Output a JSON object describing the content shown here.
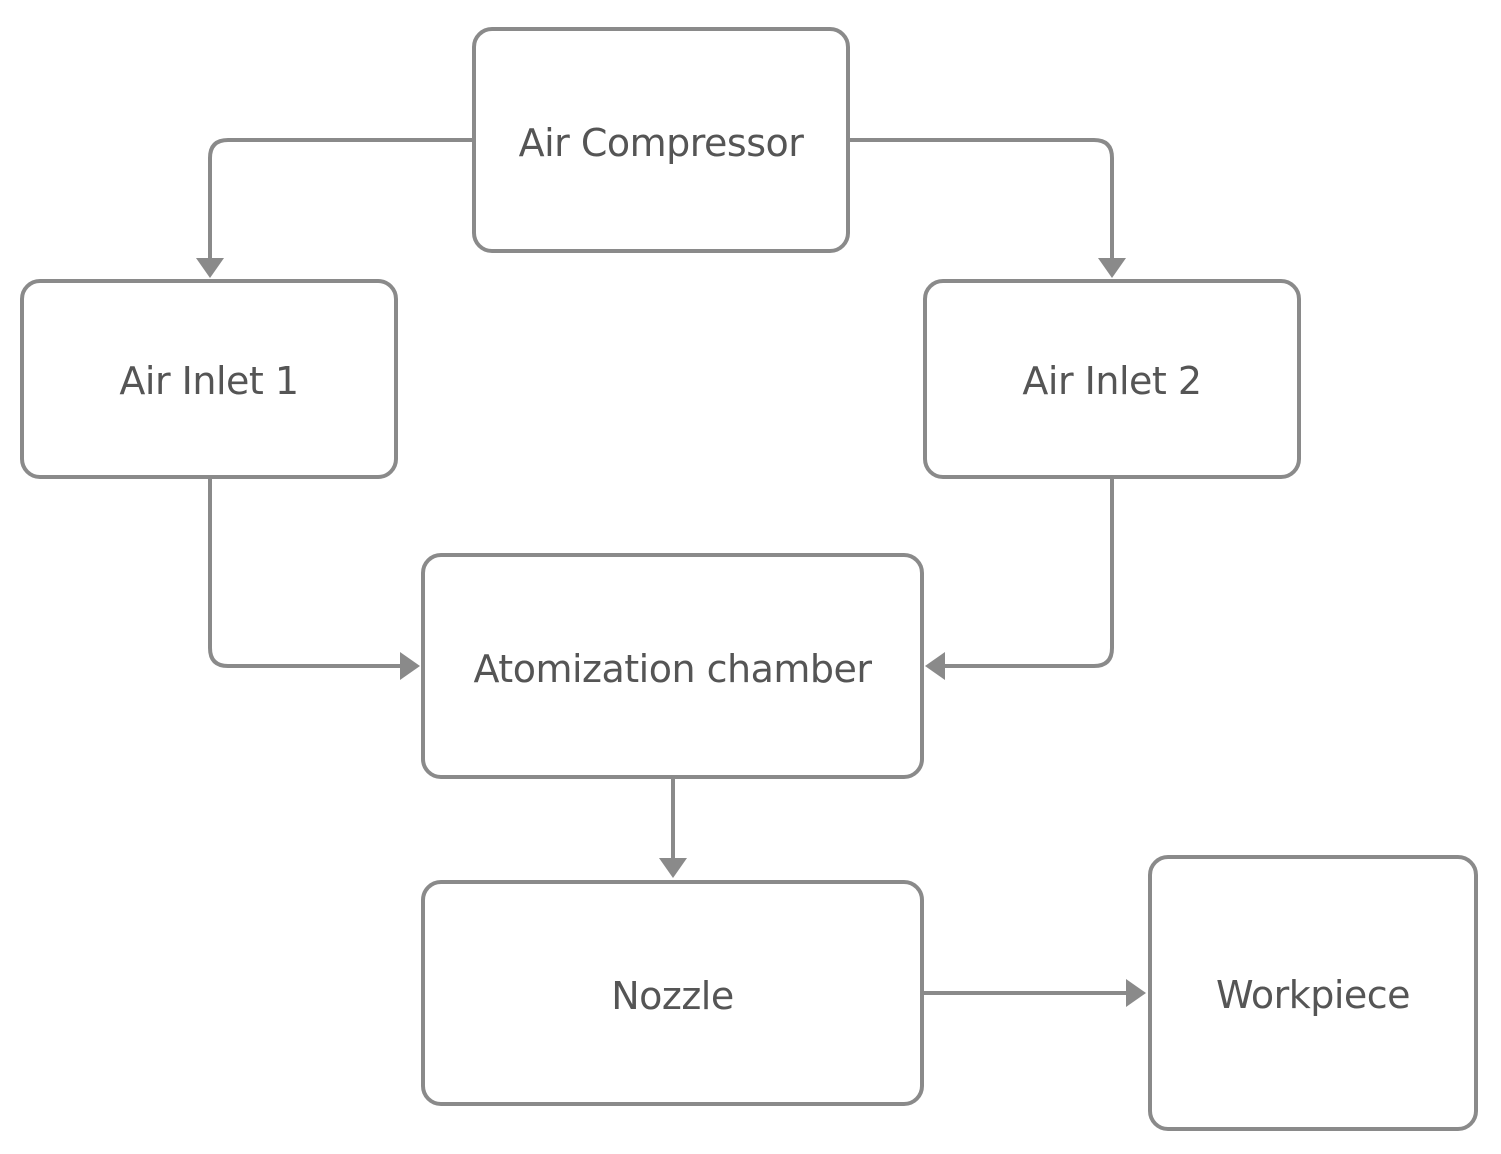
{
  "diagram": {
    "nodes": {
      "air_compressor": "Air Compressor",
      "air_inlet_1": "Air Inlet 1",
      "air_inlet_2": "Air Inlet 2",
      "atomization_chamber": "Atomization chamber",
      "nozzle": "Nozzle",
      "workpiece": "Workpiece"
    },
    "edges": [
      {
        "from": "Air Compressor",
        "to": "Air Inlet 1"
      },
      {
        "from": "Air Compressor",
        "to": "Air Inlet 2"
      },
      {
        "from": "Air Inlet 1",
        "to": "Atomization chamber"
      },
      {
        "from": "Air Inlet 2",
        "to": "Atomization chamber"
      },
      {
        "from": "Atomization chamber",
        "to": "Nozzle"
      },
      {
        "from": "Nozzle",
        "to": "Workpiece"
      }
    ],
    "colors": {
      "stroke": "#8a8a8a",
      "text": "#555555",
      "background": "#ffffff"
    }
  }
}
